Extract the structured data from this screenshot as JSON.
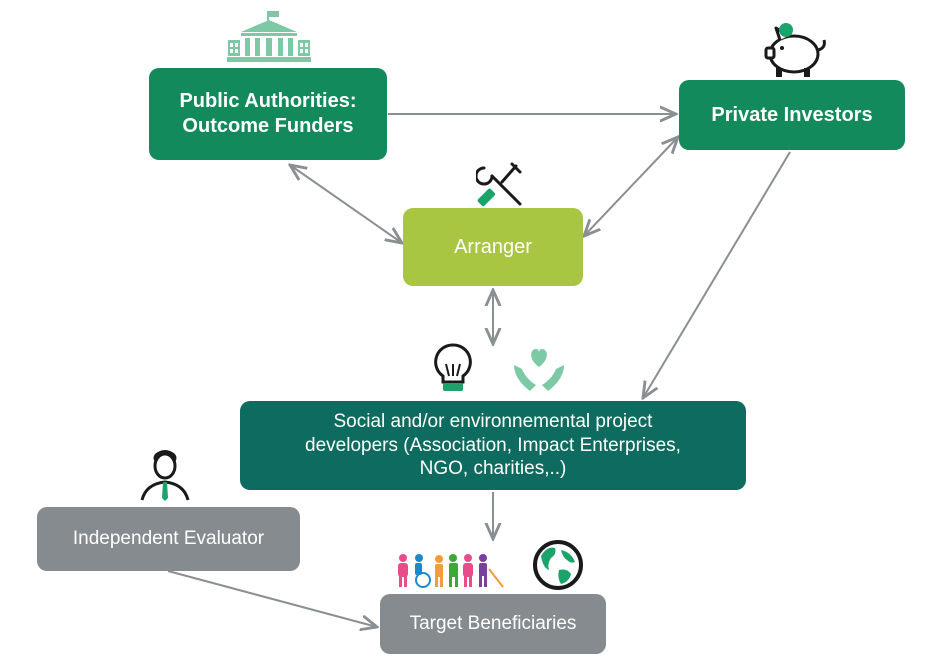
{
  "nodes": {
    "public_authorities": {
      "line1": "Public Authorities:",
      "line2": "Outcome Funders"
    },
    "private_investors": {
      "label": "Private Investors"
    },
    "arranger": {
      "label": "Arranger"
    },
    "project_developers": {
      "line1": "Social and/or environnemental project",
      "line2": "developers (Association, Impact Enterprises,",
      "line3": "NGO, charities,..)"
    },
    "independent_evaluator": {
      "label": "Independent Evaluator"
    },
    "target_beneficiaries": {
      "label": "Target Beneficiaries"
    }
  },
  "icons": [
    "government-building-icon",
    "piggy-bank-icon",
    "tools-icon",
    "lightbulb-icon",
    "heart-hands-icon",
    "evaluator-person-icon",
    "people-group-icon",
    "globe-icon"
  ],
  "colors": {
    "dark_green": "#138a5c",
    "teal": "#0d6b5f",
    "lime": "#a8c642",
    "gray": "#858b8f",
    "arrow": "#8a8f93",
    "icon_mint": "#7dc9a6"
  }
}
